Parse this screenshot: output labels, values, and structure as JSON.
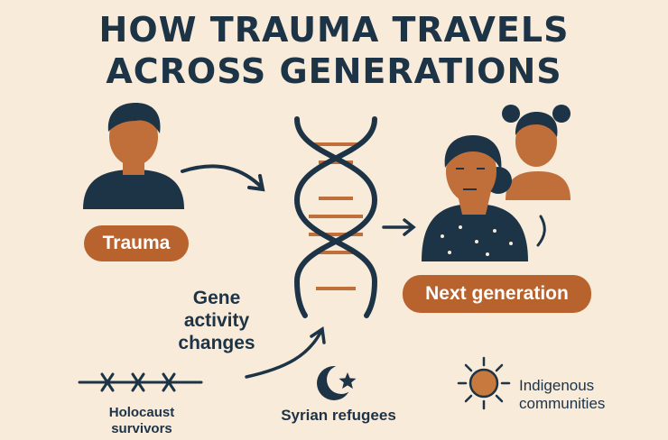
{
  "title": {
    "line1": "HOW TRAUMA TRAVELS",
    "line2": "ACROSS GENERATIONS"
  },
  "labels": {
    "trauma": "Trauma",
    "next_generation": "Next generation",
    "gene_line1": "Gene",
    "gene_line2": "activity",
    "gene_line3": "changes",
    "holocaust_line1": "Holocaust",
    "holocaust_line2": "survivors",
    "syrian": "Syrian refugees",
    "indigenous_line1": "Indigenous",
    "indigenous_line2": "communities"
  },
  "colors": {
    "background": "#f8ebda",
    "navy": "#1d3346",
    "accent": "#b8622d",
    "skin": "#c06f3a",
    "sun": "#c8793e"
  },
  "icons": [
    "person-icon",
    "dna-helix-icon",
    "mother-child-icon",
    "barbed-wire-icon",
    "crescent-star-icon",
    "sun-icon",
    "arrow-icon"
  ]
}
